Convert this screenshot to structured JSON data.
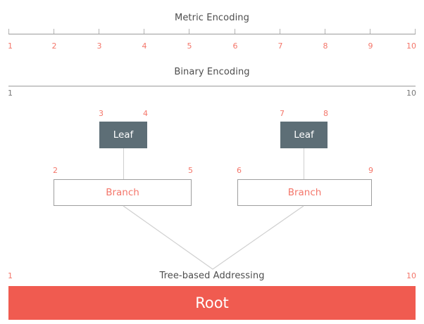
{
  "diagram": {
    "sections": {
      "metric": {
        "title": "Metric Encoding",
        "scale_labels": [
          "1",
          "2",
          "3",
          "4",
          "5",
          "6",
          "7",
          "8",
          "9",
          "10"
        ]
      },
      "binary": {
        "title": "Binary Encoding",
        "start_label": "1",
        "end_label": "10"
      },
      "tree": {
        "title": "Tree-based Addressing",
        "start_label": "1",
        "end_label": "10"
      }
    },
    "nodes": {
      "leaf_left": {
        "label": "Leaf",
        "start_label": "3",
        "end_label": "4"
      },
      "leaf_right": {
        "label": "Leaf",
        "start_label": "7",
        "end_label": "8"
      },
      "branch_left": {
        "label": "Branch",
        "start_label": "2",
        "end_label": "5"
      },
      "branch_right": {
        "label": "Branch",
        "start_label": "6",
        "end_label": "9"
      },
      "root": {
        "label": "Root"
      }
    },
    "colors": {
      "accent_red": "#f05b50",
      "label_red": "#f4766a",
      "leaf_slate": "#5d6e76",
      "rule_gray": "#9a9a9a",
      "connector_gray": "#cfcfcf",
      "title_gray": "#4d4d4d",
      "binary_label_gray": "#777777"
    }
  }
}
